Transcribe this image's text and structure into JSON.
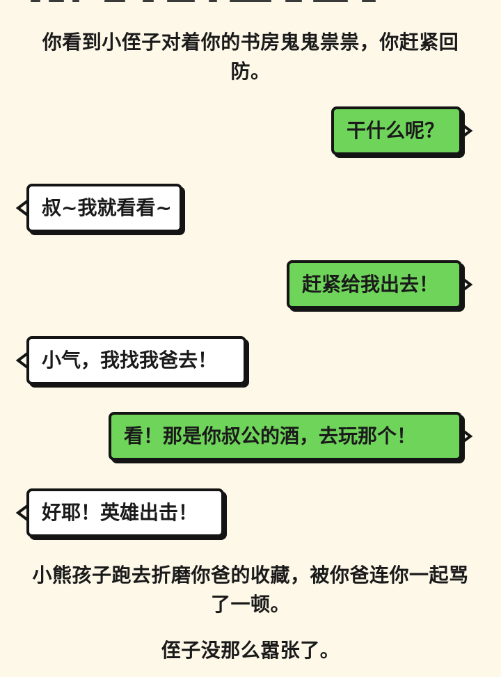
{
  "narration_top": "你看到小侄子对着你的书房鬼鬼祟祟，你赶紧回防。",
  "messages": [
    {
      "speaker": "player",
      "text": "干什么呢？"
    },
    {
      "speaker": "npc",
      "text": "叔~我就看看~"
    },
    {
      "speaker": "player",
      "text": "赶紧给我出去！"
    },
    {
      "speaker": "npc",
      "text": "小气，我找我爸去！"
    },
    {
      "speaker": "player",
      "text": "看！那是你叔公的酒，去玩那个！"
    },
    {
      "speaker": "npc",
      "text": "好耶！英雄出击！"
    }
  ],
  "narration_bottom_1": "小熊孩子跑去折磨你爸的收藏，被你爸连你一起骂了一顿。",
  "narration_bottom_2": "侄子没那么嚣张了。",
  "colors": {
    "background": "#fdf8e8",
    "player_bubble": "#6fd45a",
    "npc_bubble": "#ffffff",
    "outline": "#141414"
  }
}
